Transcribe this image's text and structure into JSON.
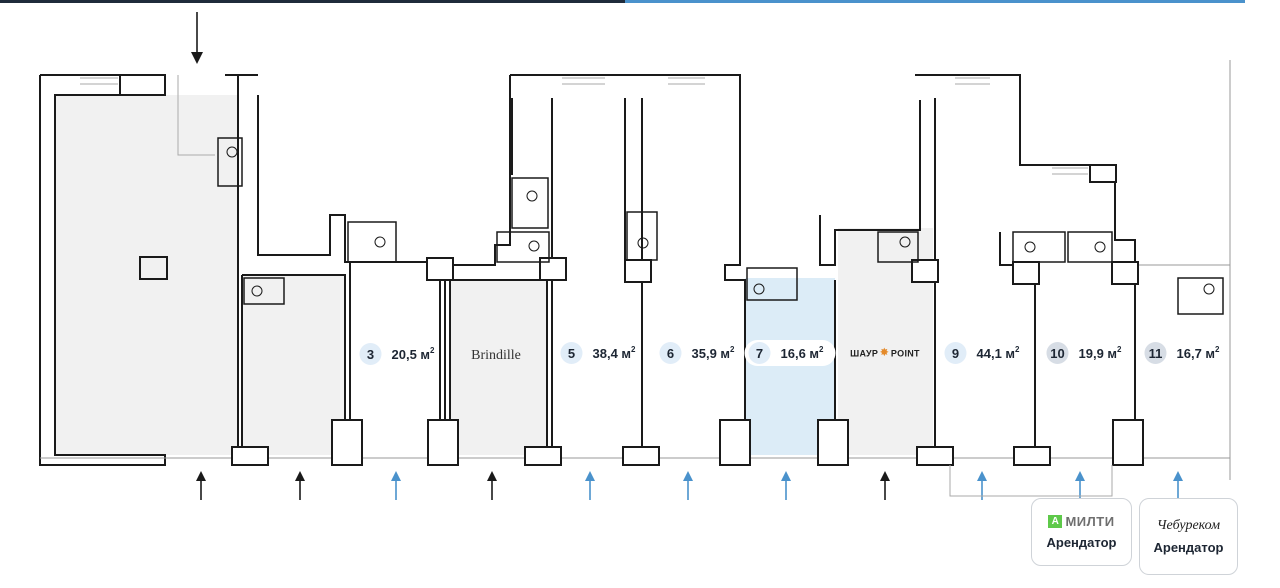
{
  "header": {
    "bar_colors": [
      "#1f2b3b",
      "#4a92cc"
    ]
  },
  "plan": {
    "title": "Floor plan of retail units",
    "colors": {
      "wall": "#1a1a1a",
      "occupied_fill": "#f1f1f1",
      "selected_fill": "#dcecf7",
      "entrance_arrow_available": "#4a92cc",
      "entrance_arrow_occupied": "#1a1a1a"
    },
    "units": [
      {
        "number": "3",
        "area": "20,5",
        "unit": "м",
        "status": "available"
      },
      {
        "number": "5",
        "area": "38,4",
        "unit": "м",
        "status": "available"
      },
      {
        "number": "6",
        "area": "35,9",
        "unit": "м",
        "status": "available"
      },
      {
        "number": "7",
        "area": "16,6",
        "unit": "м",
        "status": "selected"
      },
      {
        "number": "9",
        "area": "44,1",
        "unit": "м",
        "status": "available"
      },
      {
        "number": "10",
        "area": "19,9",
        "unit": "м",
        "status": "occupied"
      },
      {
        "number": "11",
        "area": "16,7",
        "unit": "м",
        "status": "occupied"
      }
    ],
    "tenants_in_plan": [
      {
        "name": "Brindille"
      },
      {
        "name_left": "ШАУР",
        "name_right": "POINT",
        "icon": "star-icon"
      }
    ],
    "area_superscript": "2"
  },
  "tenant_cards": [
    {
      "logo_mark": "A",
      "logo_text": "МИЛТИ",
      "label": "Арендатор"
    },
    {
      "logo_text": "Чебуреком",
      "label": "Арендатор"
    }
  ]
}
